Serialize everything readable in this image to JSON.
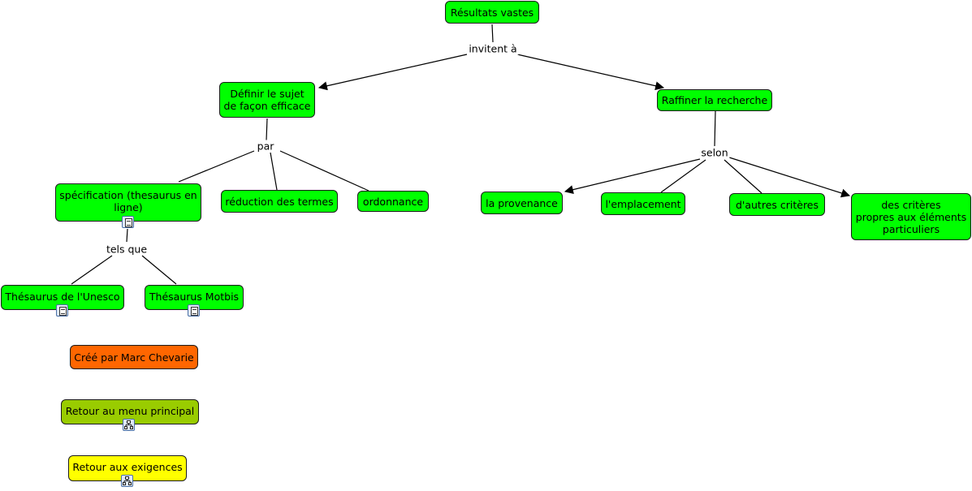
{
  "nodes": {
    "resultats_vastes": "Résultats vastes",
    "definir_sujet": "Définir le sujet\nde façon efficace",
    "raffiner": "Raffiner la recherche",
    "specification": "spécification (thesaurus en\nligne)",
    "reduction": "réduction des termes",
    "ordonnance": "ordonnance",
    "provenance": "la provenance",
    "emplacement": "l'emplacement",
    "autres_criteres": "d'autres critères",
    "criteres_propres": "des critères\npropres aux éléments\nparticuliers",
    "thesaurus_unesco": "Thésaurus de l'Unesco",
    "thesaurus_motbis": "Thésaurus Motbis",
    "cree_par": "Créé par Marc Chevarie",
    "retour_menu": "Retour au menu principal",
    "retour_exigences": "Retour aux exigences"
  },
  "link_labels": {
    "invitent": "invitent à",
    "par": "par",
    "selon": "selon",
    "tels_que": "tels que"
  },
  "colors": {
    "concept": "#00ff00",
    "author": "#ff6600",
    "menu": "#99cc00",
    "requirements": "#ffff00"
  },
  "icons": {
    "resource": "document-icon",
    "submap": "concept-map-icon"
  }
}
